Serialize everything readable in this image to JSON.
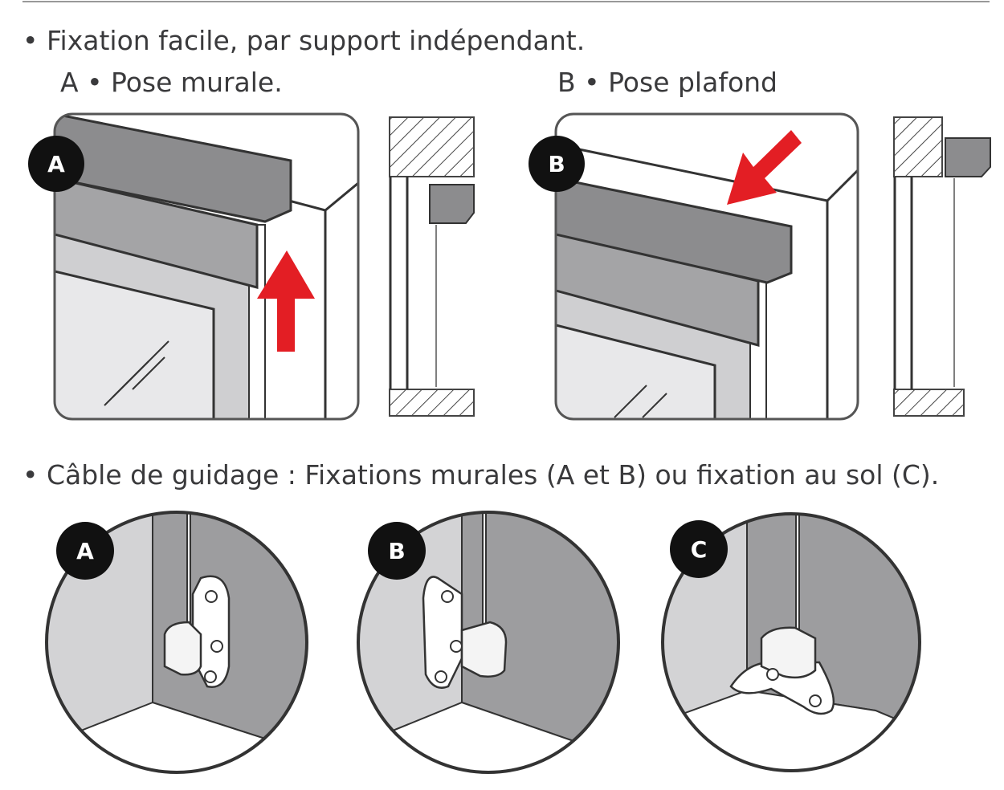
{
  "section1": {
    "heading": "• Fixation facile, par support indépendant.",
    "option_a": "A • Pose murale.",
    "option_b": "B • Pose plafond"
  },
  "section2": {
    "heading": "• Câble de guidage : Fixations murales (A et B) ou fixation au sol (C)."
  },
  "badges": {
    "a": "A",
    "b": "B",
    "c": "C"
  },
  "colors": {
    "arrow": "#e31e24",
    "cassette": "#8c8c8e",
    "text": "#3a3a3c"
  }
}
